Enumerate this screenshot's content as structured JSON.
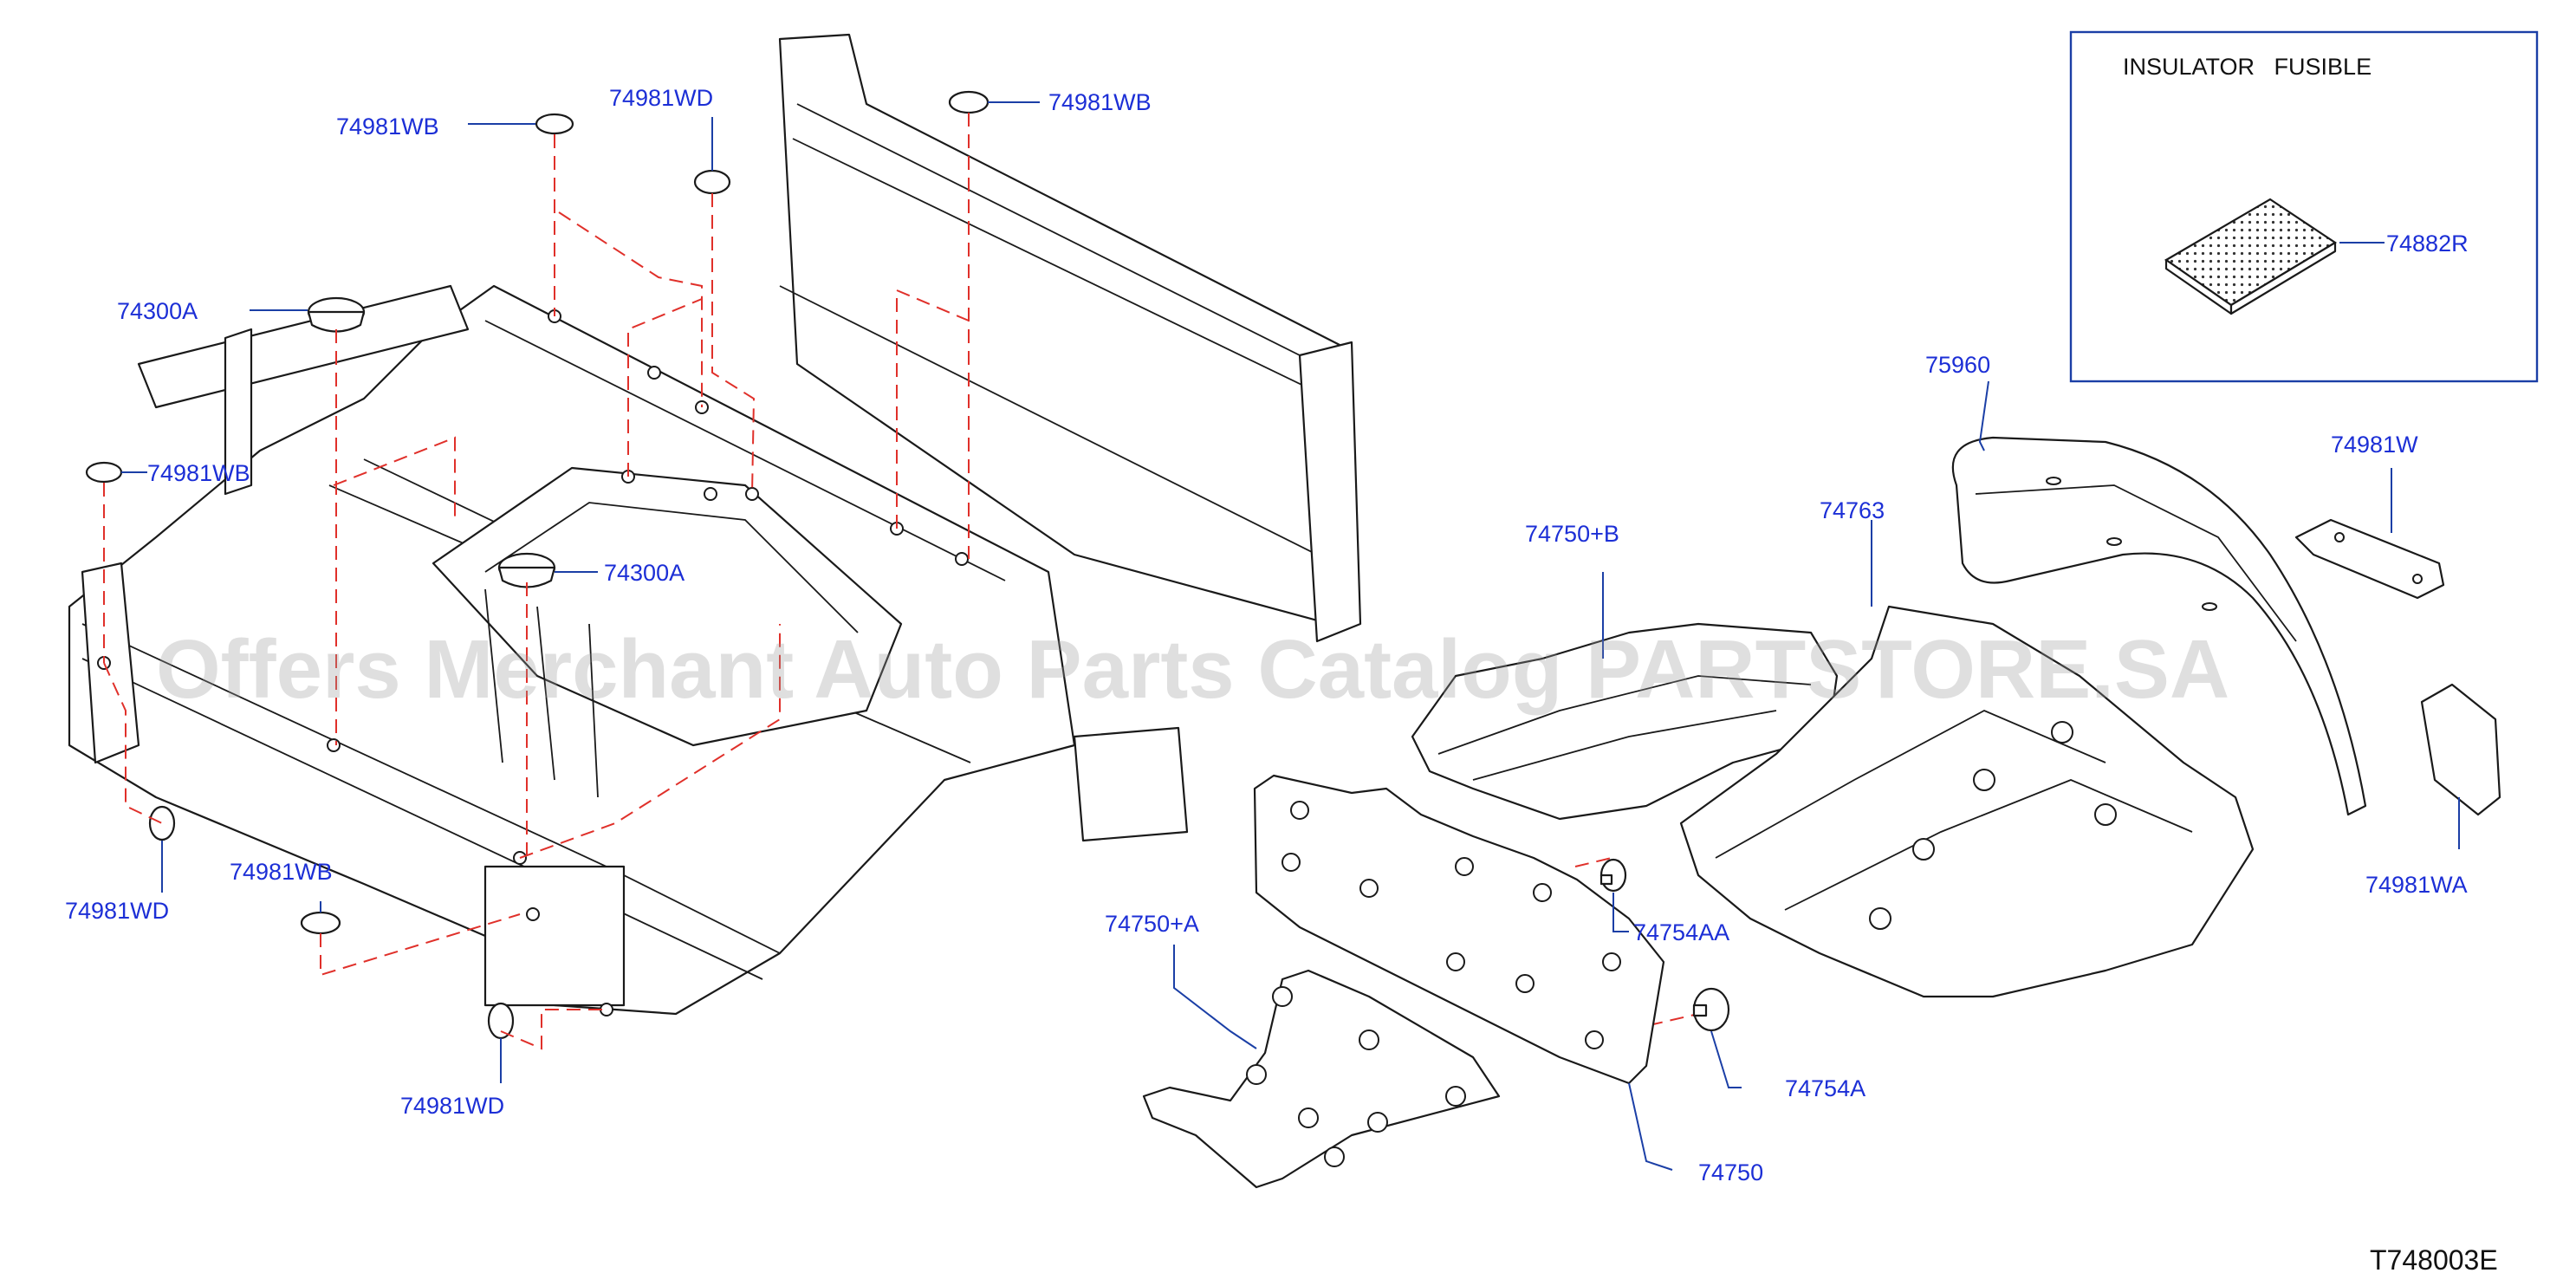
{
  "diagram": {
    "watermark": "Offers Merchant Auto Parts Catalog PARTSTORE.SA",
    "diagram_code": "T748003E",
    "inset": {
      "title": "INSULATOR   FUSIBLE",
      "part_label": "74882R"
    },
    "labels": {
      "p74981WB_top": "74981WB",
      "p74981WD_top": "74981WD",
      "p74981WB_right": "74981WB",
      "p74300A_top": "74300A",
      "p74981WB_left": "74981WB",
      "p74300A_mid": "74300A",
      "p74981WD_left": "74981WD",
      "p74981WB_bottom": "74981WB",
      "p74981WD_bottom": "74981WD",
      "p74750B": "74750+B",
      "p74763": "74763",
      "p75960": "75960",
      "p74981W": "74981W",
      "p74981WA": "74981WA",
      "p74754AA": "74754AA",
      "p74750A": "74750+A",
      "p74754A": "74754A",
      "p74750": "74750"
    },
    "colors": {
      "label": "#1c2fd6",
      "leader": "#1b3fa6",
      "dashed_guide": "#e0302a",
      "outline": "#1a1a1a"
    }
  }
}
